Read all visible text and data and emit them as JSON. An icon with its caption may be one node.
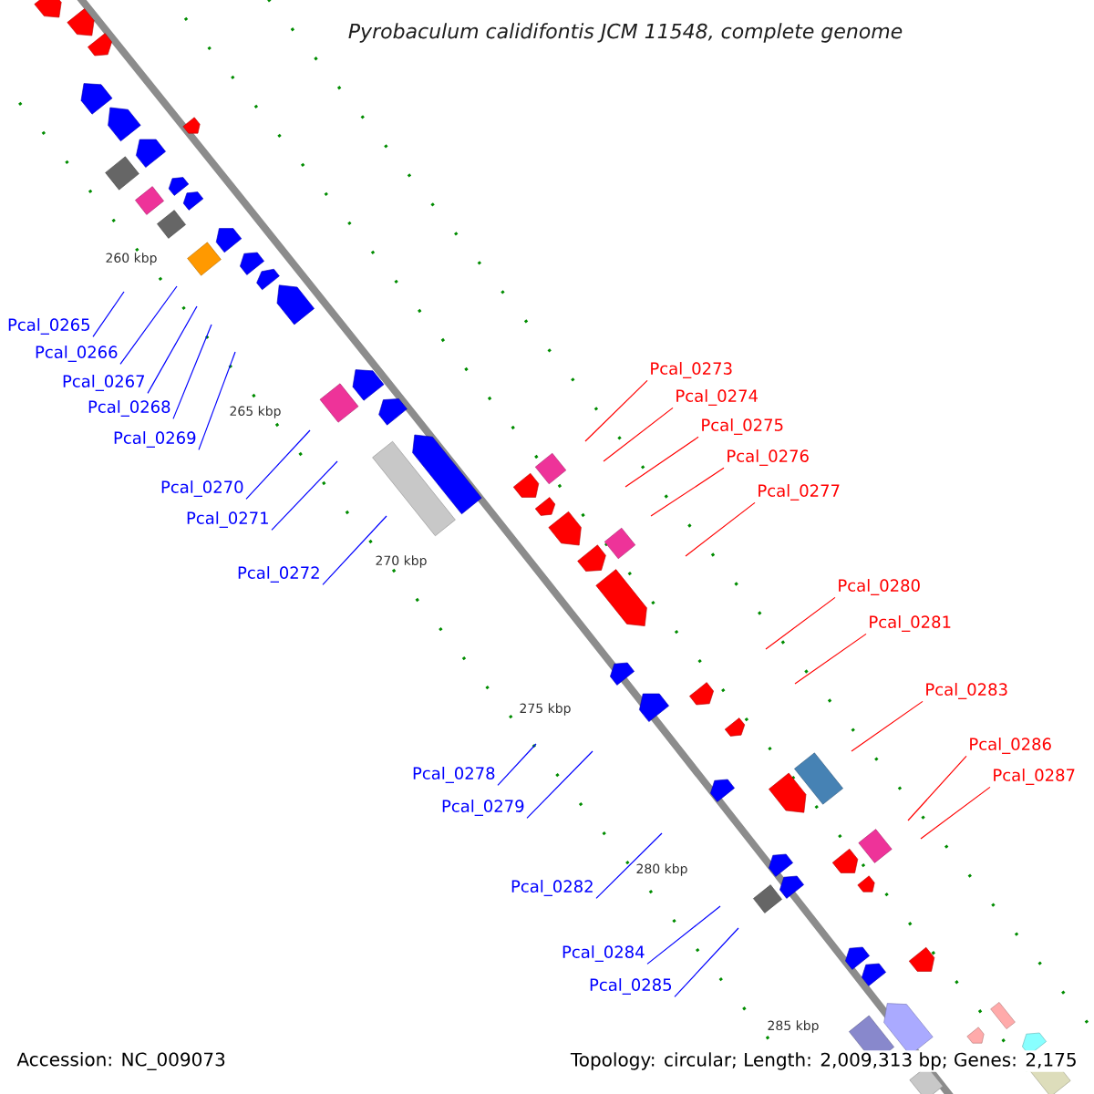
{
  "diagram": {
    "title": "Pyrobaculum calidifontis JCM 11548, complete genome",
    "nodes": [
      {
        "text": [
          "Pcal_0265"
        ]
      },
      {
        "text": [
          "Pcal_0266"
        ]
      },
      {
        "text": [
          "Pcal_0267"
        ]
      },
      {
        "text": [
          "Pcal_0268"
        ]
      },
      {
        "text": [
          "Pcal_0269"
        ]
      },
      {
        "text": [
          "Pcal_0270"
        ]
      },
      {
        "text": [
          "Pcal_0271"
        ]
      },
      {
        "text": [
          "Pcal_0272"
        ]
      },
      {
        "text": [
          "Pcal_0273"
        ]
      },
      {
        "text": [
          "Pcal_0274"
        ]
      },
      {
        "text": [
          "Pcal_0275"
        ]
      },
      {
        "text": [
          "Pcal_0276"
        ]
      },
      {
        "text": [
          "Pcal_0277"
        ]
      },
      {
        "text": [
          "Pcal_0278"
        ]
      },
      {
        "text": [
          "Pcal_0279"
        ]
      },
      {
        "text": [
          "Pcal_0280"
        ]
      },
      {
        "text": [
          "Pcal_0281"
        ]
      },
      {
        "text": [
          "Pcal_0282"
        ]
      },
      {
        "text": [
          "Pcal_0283"
        ]
      },
      {
        "text": [
          "Pcal_0284"
        ]
      },
      {
        "text": [
          "Pcal_0285"
        ]
      },
      {
        "text": [
          "Pcal_0286"
        ]
      },
      {
        "text": [
          "Pcal_0287"
        ]
      }
    ],
    "edges": [
      {
        "from": 0,
        "to": null,
        "arrow": "none"
      },
      {
        "from": 1,
        "to": null,
        "arrow": "none"
      },
      {
        "from": 2,
        "to": null,
        "arrow": "none"
      },
      {
        "from": 3,
        "to": null,
        "arrow": "none"
      },
      {
        "from": 4,
        "to": null,
        "arrow": "none"
      },
      {
        "from": 5,
        "to": null,
        "arrow": "none"
      },
      {
        "from": 6,
        "to": null,
        "arrow": "none"
      },
      {
        "from": 7,
        "to": null,
        "arrow": "none"
      },
      {
        "from": 8,
        "to": null,
        "arrow": "none",
        "color": "#ff0000"
      },
      {
        "from": 9,
        "to": null,
        "arrow": "none",
        "color": "#ff0000"
      },
      {
        "from": 10,
        "to": null,
        "arrow": "none",
        "color": "#ff0000"
      },
      {
        "from": 11,
        "to": null,
        "arrow": "none",
        "color": "#ff0000"
      },
      {
        "from": 12,
        "to": null,
        "arrow": "none",
        "color": "#ff0000"
      },
      {
        "from": 13,
        "to": null,
        "arrow": "none"
      },
      {
        "from": 14,
        "to": null,
        "arrow": "none"
      },
      {
        "from": 15,
        "to": null,
        "arrow": "none",
        "color": "#ff0000"
      },
      {
        "from": 16,
        "to": null,
        "arrow": "none",
        "color": "#ff0000"
      },
      {
        "from": 17,
        "to": null,
        "arrow": "none"
      },
      {
        "from": 18,
        "to": null,
        "arrow": "none",
        "color": "#ff0000"
      },
      {
        "from": 19,
        "to": null,
        "arrow": "none"
      },
      {
        "from": 20,
        "to": null,
        "arrow": "none"
      },
      {
        "from": 21,
        "to": null,
        "arrow": "none",
        "color": "#ff0000"
      },
      {
        "from": 22,
        "to": null,
        "arrow": "none",
        "color": "#ff0000"
      }
    ],
    "labels": [
      "260 kbp",
      "265 kbp",
      "270 kbp",
      "275 kbp",
      "280 kbp",
      "285 kbp",
      "Accession: NC_009073",
      "Topology: circular; Length: 2,009,313 bp; Genes: 2,175"
    ]
  }
}
